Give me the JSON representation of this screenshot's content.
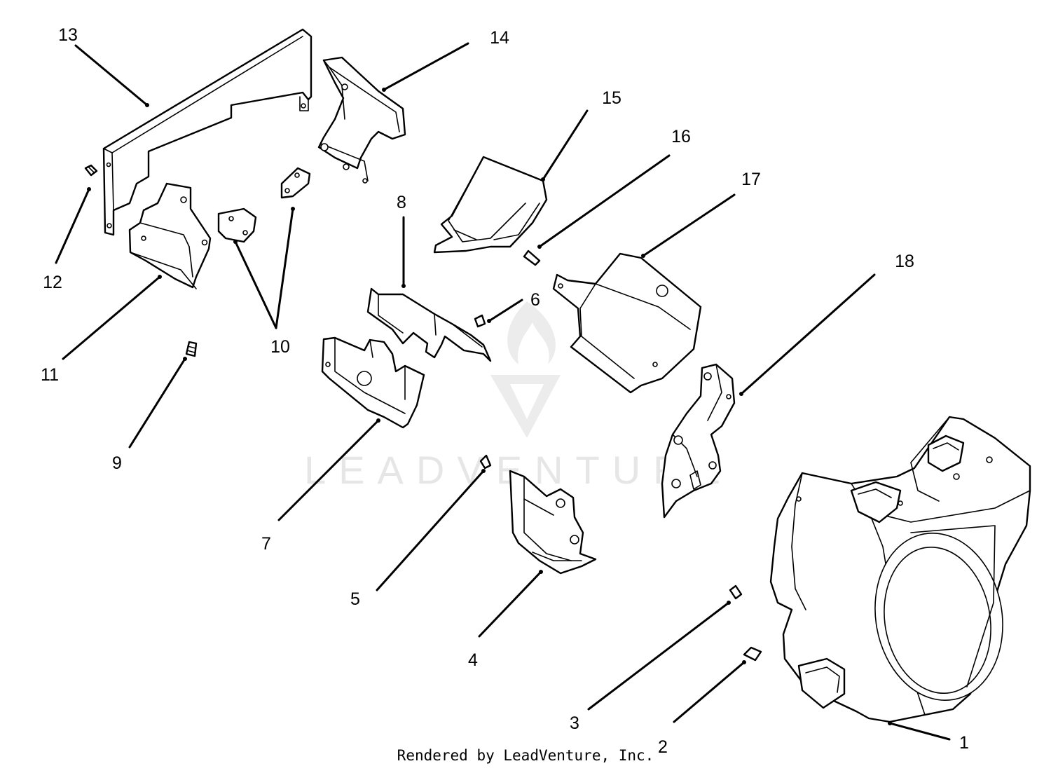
{
  "callouts": [
    {
      "id": "13",
      "label": "13"
    },
    {
      "id": "14",
      "label": "14"
    },
    {
      "id": "15",
      "label": "15"
    },
    {
      "id": "16",
      "label": "16"
    },
    {
      "id": "17",
      "label": "17"
    },
    {
      "id": "18",
      "label": "18"
    },
    {
      "id": "12",
      "label": "12"
    },
    {
      "id": "11",
      "label": "11"
    },
    {
      "id": "10",
      "label": "10"
    },
    {
      "id": "9",
      "label": "9"
    },
    {
      "id": "8",
      "label": "8"
    },
    {
      "id": "7",
      "label": "7"
    },
    {
      "id": "6",
      "label": "6"
    },
    {
      "id": "5",
      "label": "5"
    },
    {
      "id": "4",
      "label": "4"
    },
    {
      "id": "3",
      "label": "3"
    },
    {
      "id": "2",
      "label": "2"
    },
    {
      "id": "1",
      "label": "1"
    }
  ],
  "watermark": {
    "text": "LEADVENTURE",
    "color": "#e6e6e6"
  },
  "footer": {
    "text": "Rendered by LeadVenture, Inc."
  }
}
